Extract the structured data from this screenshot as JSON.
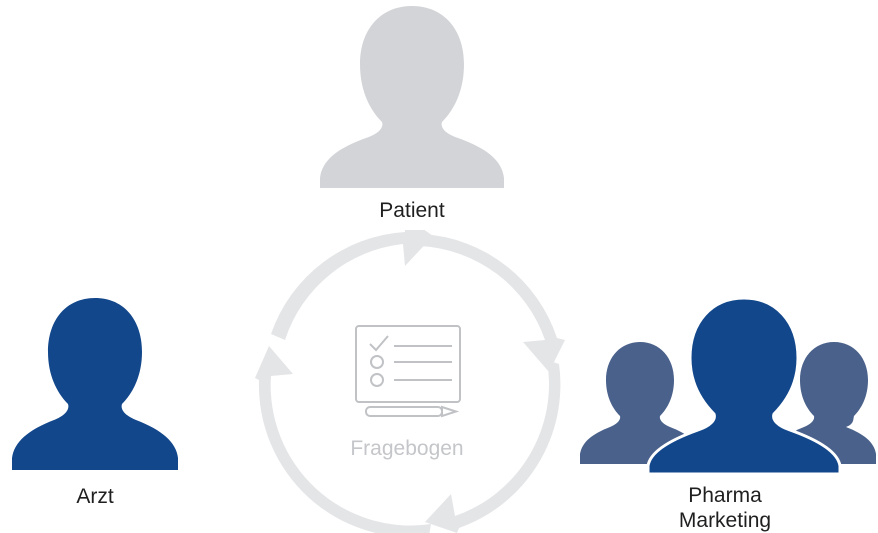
{
  "diagram": {
    "center": {
      "label": "Fragebogen",
      "icon": "questionnaire-icon",
      "cycle_icon": "cycle-arrows-icon"
    },
    "nodes": [
      {
        "id": "patient",
        "label": "Patient",
        "icon": "person-icon",
        "color": "#d2d4d7"
      },
      {
        "id": "arzt",
        "label": "Arzt",
        "icon": "person-icon",
        "color": "#12478b"
      },
      {
        "id": "pharma",
        "label_line1": "Pharma",
        "label_line2": "Marketing",
        "icon": "group-icon",
        "color": "#12478b",
        "secondary_color": "#4a618b"
      }
    ]
  }
}
